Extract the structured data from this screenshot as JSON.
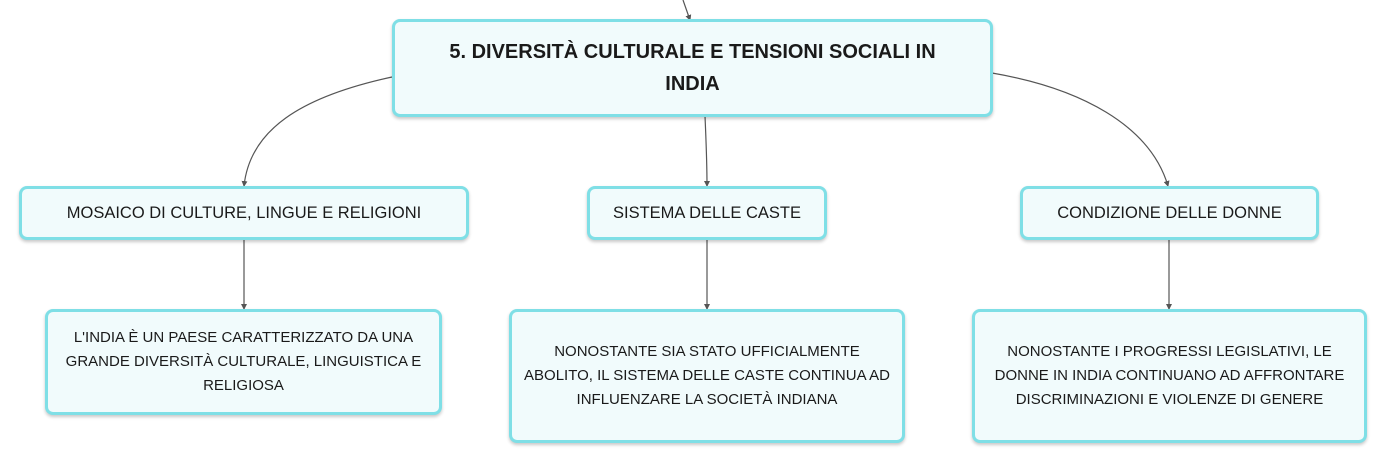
{
  "root": {
    "title": "5. DIVERSITÀ CULTURALE E TENSIONI SOCIALI IN INDIA"
  },
  "branches": [
    {
      "label": "MOSAICO DI CULTURE, LINGUE E RELIGIONI",
      "detail": "L'INDIA È UN PAESE CARATTERIZZATO DA UNA GRANDE DIVERSITÀ CULTURALE, LINGUISTICA E RELIGIOSA"
    },
    {
      "label": "SISTEMA DELLE CASTE",
      "detail": "NONOSTANTE SIA STATO UFFICIALMENTE ABOLITO, IL SISTEMA DELLE CASTE CONTINUA AD INFLUENZARE LA SOCIETÀ INDIANA"
    },
    {
      "label": "CONDIZIONE DELLE DONNE",
      "detail": "NONOSTANTE I PROGRESSI LEGISLATIVI, LE DONNE IN INDIA CONTINUANO AD AFFRONTARE DISCRIMINAZIONI E VIOLENZE DI GENERE"
    }
  ],
  "colors": {
    "border": "#7fdfe6",
    "fill": "#f1fbfc",
    "connector": "#555555"
  }
}
